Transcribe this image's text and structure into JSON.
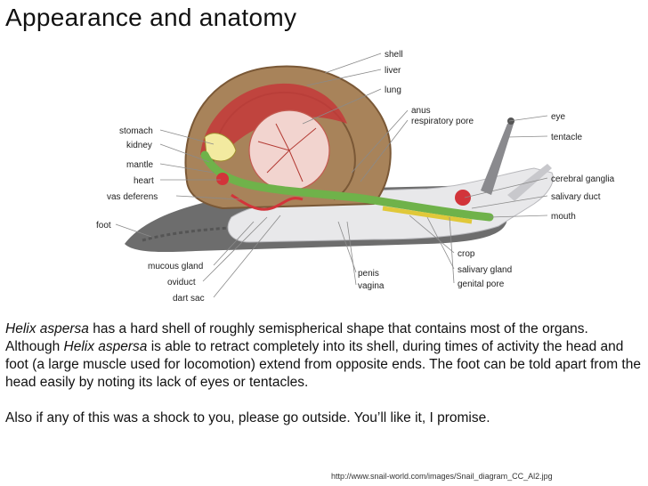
{
  "slide": {
    "title": "Appearance and anatomy"
  },
  "diagram": {
    "labels": {
      "shell": "shell",
      "liver": "liver",
      "lung": "lung",
      "anus": "anus",
      "respiratory_pore": "respiratory pore",
      "eye": "eye",
      "tentacle": "tentacle",
      "cerebral_ganglia": "cerebral ganglia",
      "salivary_duct": "salivary duct",
      "mouth": "mouth",
      "stomach": "stomach",
      "kidney": "kidney",
      "mantle": "mantle",
      "heart": "heart",
      "vas_deferens": "vas deferens",
      "foot": "foot",
      "mucous_gland": "mucous gland",
      "oviduct": "oviduct",
      "dart_sac": "dart sac",
      "penis": "penis",
      "vagina": "vagina",
      "crop": "crop",
      "salivary_gland": "salivary gland",
      "genital_pore": "genital pore"
    }
  },
  "text": {
    "p1_species": "Helix aspersa",
    "p1_a": "  has a hard shell of roughly semispherical shape that contains most of the organs. Although ",
    "p1_species2": "Helix aspersa",
    "p1_b": " is able to retract completely into its shell, during times of activity the head and foot (a large muscle used for locomotion) extend from opposite ends. The foot can be told apart from the head easily by noting its lack of eyes or tentacles.",
    "p2": "Also if any of this was a shock to you, please go outside. You’ll like it, I promise."
  },
  "citation": "http://www.snail-world.com/images/Snail_diagram_CC_Al2.jpg"
}
